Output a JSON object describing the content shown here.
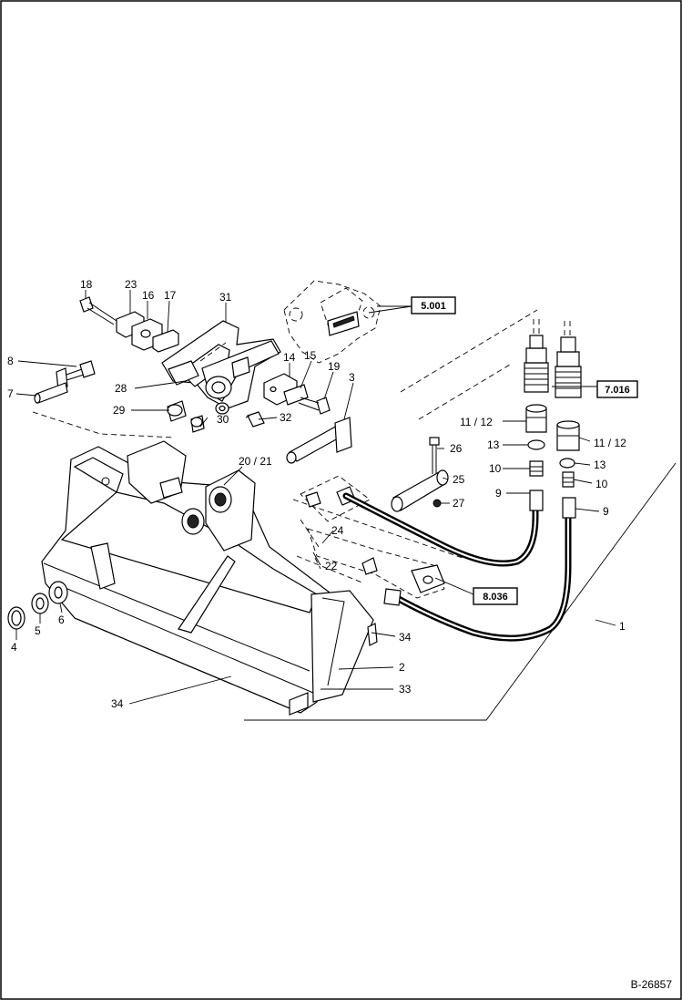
{
  "diagram": {
    "drawing_number": "B-26857",
    "callouts": [
      "1",
      "2",
      "3",
      "4",
      "5",
      "6",
      "7",
      "8",
      "9",
      "9",
      "10",
      "10",
      "11 / 12",
      "11 / 12",
      "13",
      "13",
      "14",
      "15",
      "16",
      "17",
      "18",
      "19",
      "20 / 21",
      "22",
      "23",
      "24",
      "25",
      "26",
      "27",
      "28",
      "29",
      "30",
      "31",
      "32",
      "33",
      "34",
      "34"
    ],
    "references": [
      "5.001",
      "7.016",
      "8.036"
    ]
  }
}
